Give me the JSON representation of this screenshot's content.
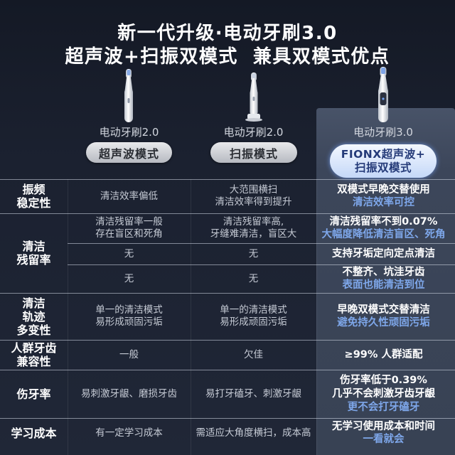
{
  "title": {
    "line1": "新一代升级·电动牙刷3.0",
    "line2": "超声波+扫振双模式  兼具双模式优点"
  },
  "colors": {
    "background": "#1b2130",
    "panel": "#3c465a",
    "accent_text": "#7ea7ea",
    "muted_text": "#c6cbd5"
  },
  "products": [
    {
      "name": "电动牙刷2.0",
      "mode": [
        "超声波模式"
      ]
    },
    {
      "name": "电动牙刷2.0",
      "mode": [
        "扫振模式"
      ]
    },
    {
      "name": "电动牙刷3.0",
      "mode": [
        "FIONX超声波+",
        "扫振双模式"
      ]
    }
  ],
  "rows": [
    {
      "label": [
        "振频",
        "稳定性"
      ],
      "col1": [
        "清洁效率偏低"
      ],
      "col2": [
        "大范围横扫",
        "清洁效率得到提升"
      ],
      "col3_main": [
        "双模式早晚交替使用"
      ],
      "col3_sub": [
        "清洁效率可控"
      ]
    },
    {
      "label": [
        "清洁",
        "残留率"
      ],
      "subrows": [
        {
          "col1": [
            "清洁残留率一般",
            "存在盲区和死角"
          ],
          "col2": [
            "清洁残留率高,",
            "牙缝难清洁，盲区大"
          ],
          "col3_main": [
            "清洁残留率不到0.07%"
          ],
          "col3_sub": [
            "大幅度降低清洁盲区、死角"
          ]
        },
        {
          "col1": [
            "无"
          ],
          "col2": [
            "无"
          ],
          "col3_main": [
            "支持牙垢定向定点清洁"
          ]
        },
        {
          "col1": [
            "无"
          ],
          "col2": [
            "无"
          ],
          "col3_main": [
            "不整齐、坑洼牙齿"
          ],
          "col3_sub": [
            "表面也能清洁到位"
          ]
        }
      ]
    },
    {
      "label": [
        "清洁",
        "轨迹",
        "多变性"
      ],
      "col1": [
        "单一的清洁模式",
        "易形成顽固污垢"
      ],
      "col2": [
        "单一的清洁模式",
        "易形成顽固污垢"
      ],
      "col3_main": [
        "早晚双模式交替清洁"
      ],
      "col3_sub": [
        "避免持久性顽固污垢"
      ]
    },
    {
      "label": [
        "人群牙齿",
        "兼容性"
      ],
      "col1": [
        "一般"
      ],
      "col2": [
        "欠佳"
      ],
      "col3_main": [
        "≥99% 人群适配"
      ]
    },
    {
      "label": [
        "伤牙率"
      ],
      "col1": [
        "易刺激牙龈、磨损牙齿"
      ],
      "col2": [
        "易打牙磕牙、刺激牙龈"
      ],
      "col3_main": [
        "伤牙率低于0.39%",
        "几乎不会刺激牙齿牙龈"
      ],
      "col3_sub": [
        "更不会打牙磕牙"
      ]
    },
    {
      "label": [
        "学习成本"
      ],
      "col1": [
        "有一定学习成本"
      ],
      "col2": [
        "需适应大角度横扫，成本高"
      ],
      "col3_main": [
        "无学习使用成本和时间"
      ],
      "col3_sub": [
        "一看就会"
      ]
    }
  ]
}
